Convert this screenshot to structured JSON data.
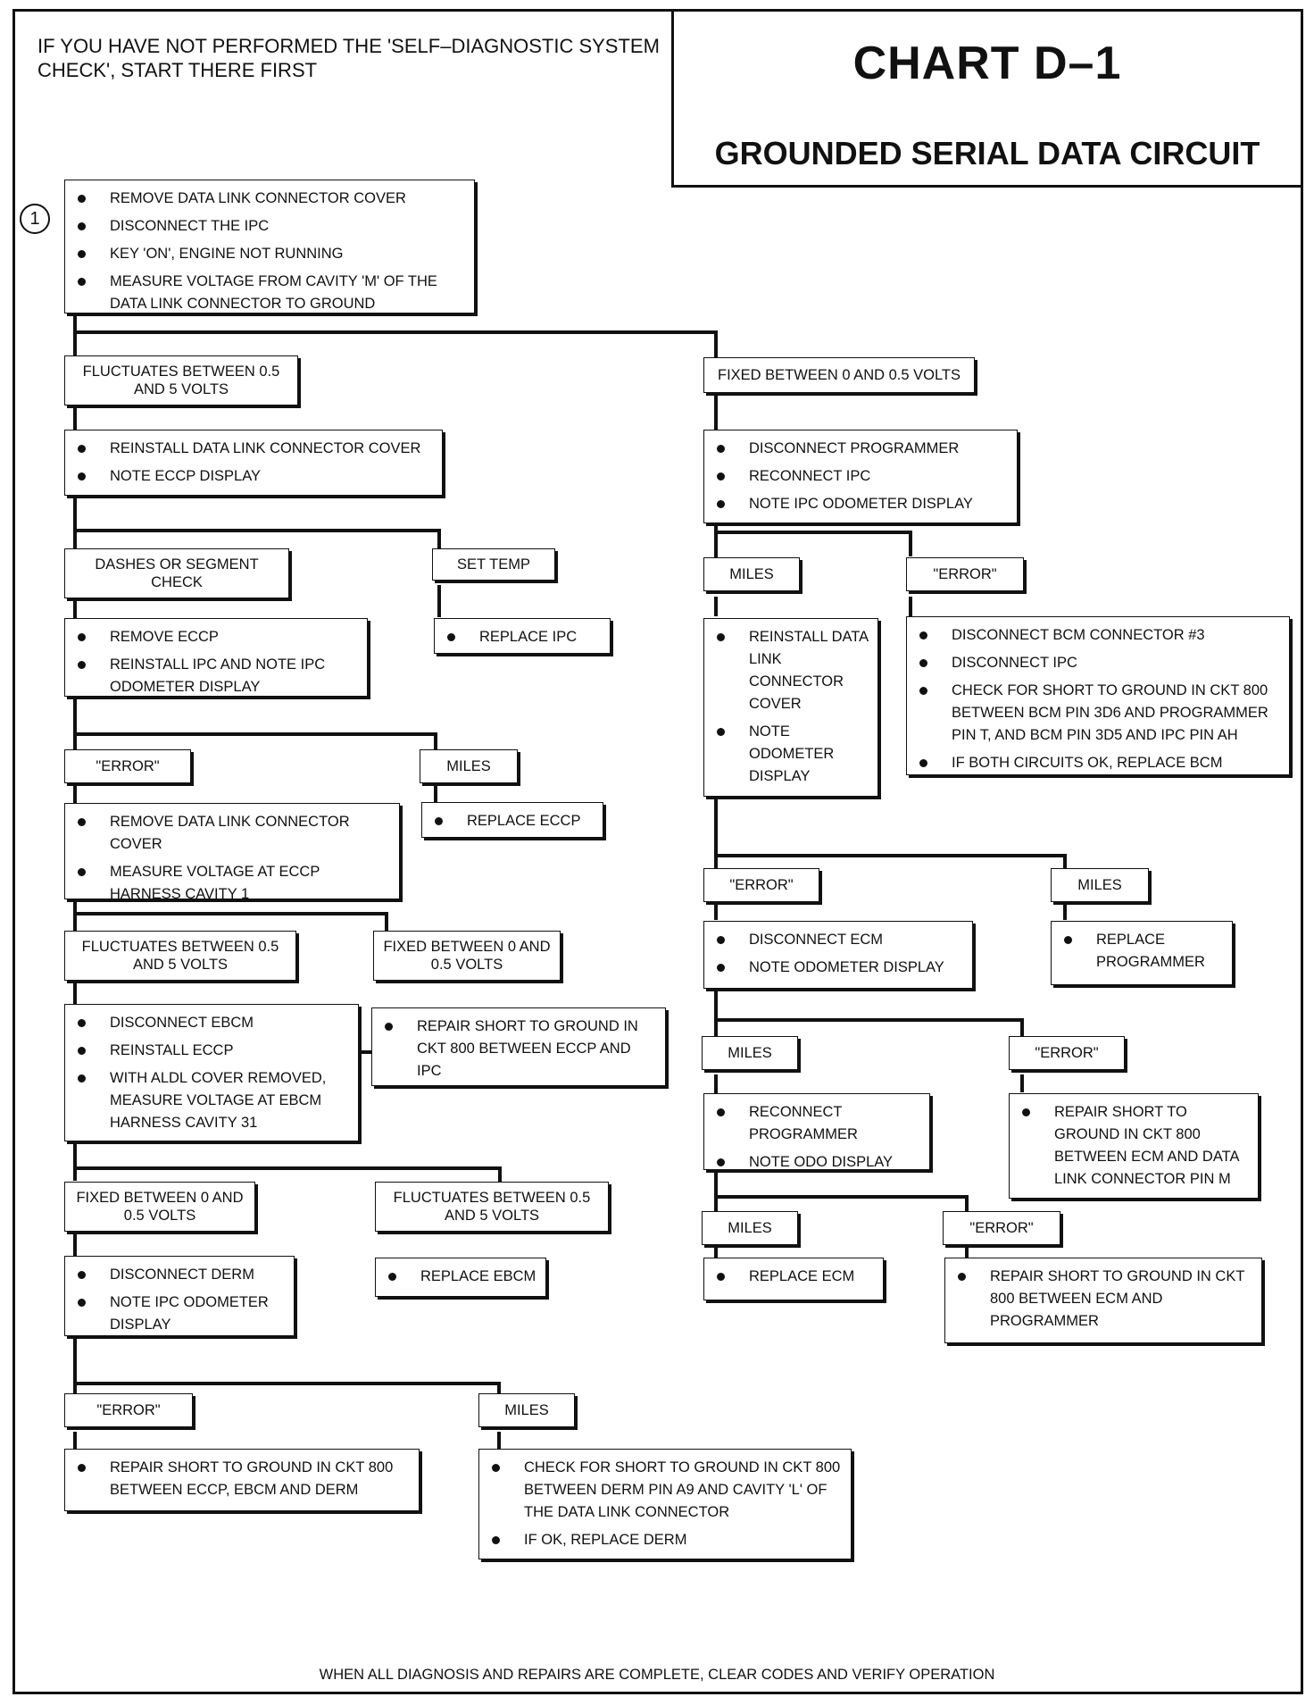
{
  "header": {
    "intro_text": "IF YOU HAVE NOT PERFORMED THE 'SELF–DIAGNOSTIC SYSTEM CHECK', START THERE FIRST",
    "title": "CHART D–1",
    "subtitle": "GROUNDED SERIAL DATA CIRCUIT"
  },
  "step_marker": "1",
  "nodes": {
    "start": [
      "REMOVE DATA LINK CONNECTOR  COVER",
      "DISCONNECT THE IPC",
      "KEY 'ON', ENGINE NOT RUNNING",
      "MEASURE VOLTAGE FROM CAVITY 'M' OF THE DATA LINK CONNECTOR TO GROUND"
    ],
    "l_fluct_1": "FLUCTUATES BETWEEN 0.5 AND 5 VOLTS",
    "r_fixed_1": "FIXED BETWEEN 0 AND 0.5 VOLTS",
    "l_reinstall": [
      "REINSTALL  DATA LINK CONNECTOR  COVER",
      "NOTE ECCP DISPLAY"
    ],
    "r_disconnect_prog": [
      "DISCONNECT PROGRAMMER",
      "RECONNECT IPC",
      "NOTE IPC  ODOMETER DISPLAY"
    ],
    "l_dashes": "DASHES OR SEGMENT CHECK",
    "l_settemp": "SET TEMP",
    "r_miles_1": "MILES",
    "r_error_1": "\"ERROR\"",
    "l_remove_eccp": [
      "REMOVE ECCP",
      "REINSTALL IPC AND NOTE IPC ODOMETER DISPLAY"
    ],
    "l_replace_ipc": [
      "REPLACE IPC"
    ],
    "r_reinstall_dlc": [
      "REINSTALL DATA LINK CONNECTOR COVER",
      "NOTE ODOMETER DISPLAY"
    ],
    "r_disconnect_bcm": [
      "DISCONNECT BCM CONNECTOR #3",
      "DISCONNECT IPC",
      "CHECK FOR SHORT TO GROUND IN CKT 800 BETWEEN BCM PIN 3D6 AND PROGRAMMER PIN T, AND BCM PIN 3D5 AND IPC PIN AH",
      "IF BOTH CIRCUITS OK, REPLACE BCM"
    ],
    "l_error_2": "\"ERROR\"",
    "l_miles_2": "MILES",
    "l_measure_eccp": [
      "REMOVE  DATA LINK CONNECTOR COVER",
      "MEASURE VOLTAGE AT ECCP HARNESS CAVITY 1"
    ],
    "l_replace_eccp": [
      "REPLACE ECCP"
    ],
    "r_error_2": "\"ERROR\"",
    "r_miles_2": "MILES",
    "r_disconnect_ecm": [
      "DISCONNECT ECM",
      "NOTE ODOMETER DISPLAY"
    ],
    "r_replace_prog": [
      "REPLACE PROGRAMMER"
    ],
    "l_fluct_2": "FLUCTUATES BETWEEN 0.5 AND 5 VOLTS",
    "l_fixed_2": "FIXED BETWEEN 0 AND 0.5 VOLTS",
    "l_disconnect_ebcm": [
      "DISCONNECT EBCM",
      "REINSTALL ECCP",
      "WITH ALDL COVER REMOVED, MEASURE VOLTAGE AT EBCM HARNESS CAVITY 31"
    ],
    "l_repair_eccp_ipc": [
      "REPAIR SHORT TO GROUND IN CKT 800 BETWEEN ECCP AND IPC"
    ],
    "r_miles_3": "MILES",
    "r_error_3": "\"ERROR\"",
    "r_reconnect_prog": [
      "RECONNECT PROGRAMMER",
      "NOTE ODO DISPLAY"
    ],
    "r_repair_ecm_dlc": [
      "REPAIR SHORT TO GROUND IN CKT 800 BETWEEN ECM AND DATA LINK CONNECTOR  PIN M"
    ],
    "l_fixed_3": "FIXED BETWEEN 0 AND 0.5 VOLTS",
    "l_fluct_3": "FLUCTUATES BETWEEN 0.5 AND 5 VOLTS",
    "r_miles_4": "MILES",
    "r_error_4": "\"ERROR\"",
    "l_disconnect_derm": [
      "DISCONNECT DERM",
      "NOTE IPC ODOMETER DISPLAY"
    ],
    "l_replace_ebcm": [
      "REPLACE EBCM"
    ],
    "r_replace_ecm": [
      "REPLACE ECM"
    ],
    "r_repair_ecm_prog": [
      "REPAIR SHORT TO GROUND IN CKT 800  BETWEEN ECM AND PROGRAMMER"
    ],
    "l_error_4": "\"ERROR\"",
    "l_miles_4": "MILES",
    "l_repair_eccp_ebcm_derm": [
      "REPAIR SHORT TO GROUND IN CKT 800 BETWEEN ECCP, EBCM AND DERM"
    ],
    "l_check_derm": [
      "CHECK FOR SHORT TO GROUND IN CKT 800 BETWEEN DERM PIN A9 AND CAVITY 'L' OF THE DATA LINK CONNECTOR",
      "IF OK, REPLACE DERM"
    ]
  },
  "footer": "WHEN ALL DIAGNOSIS AND REPAIRS ARE COMPLETE, CLEAR CODES AND VERIFY OPERATION"
}
